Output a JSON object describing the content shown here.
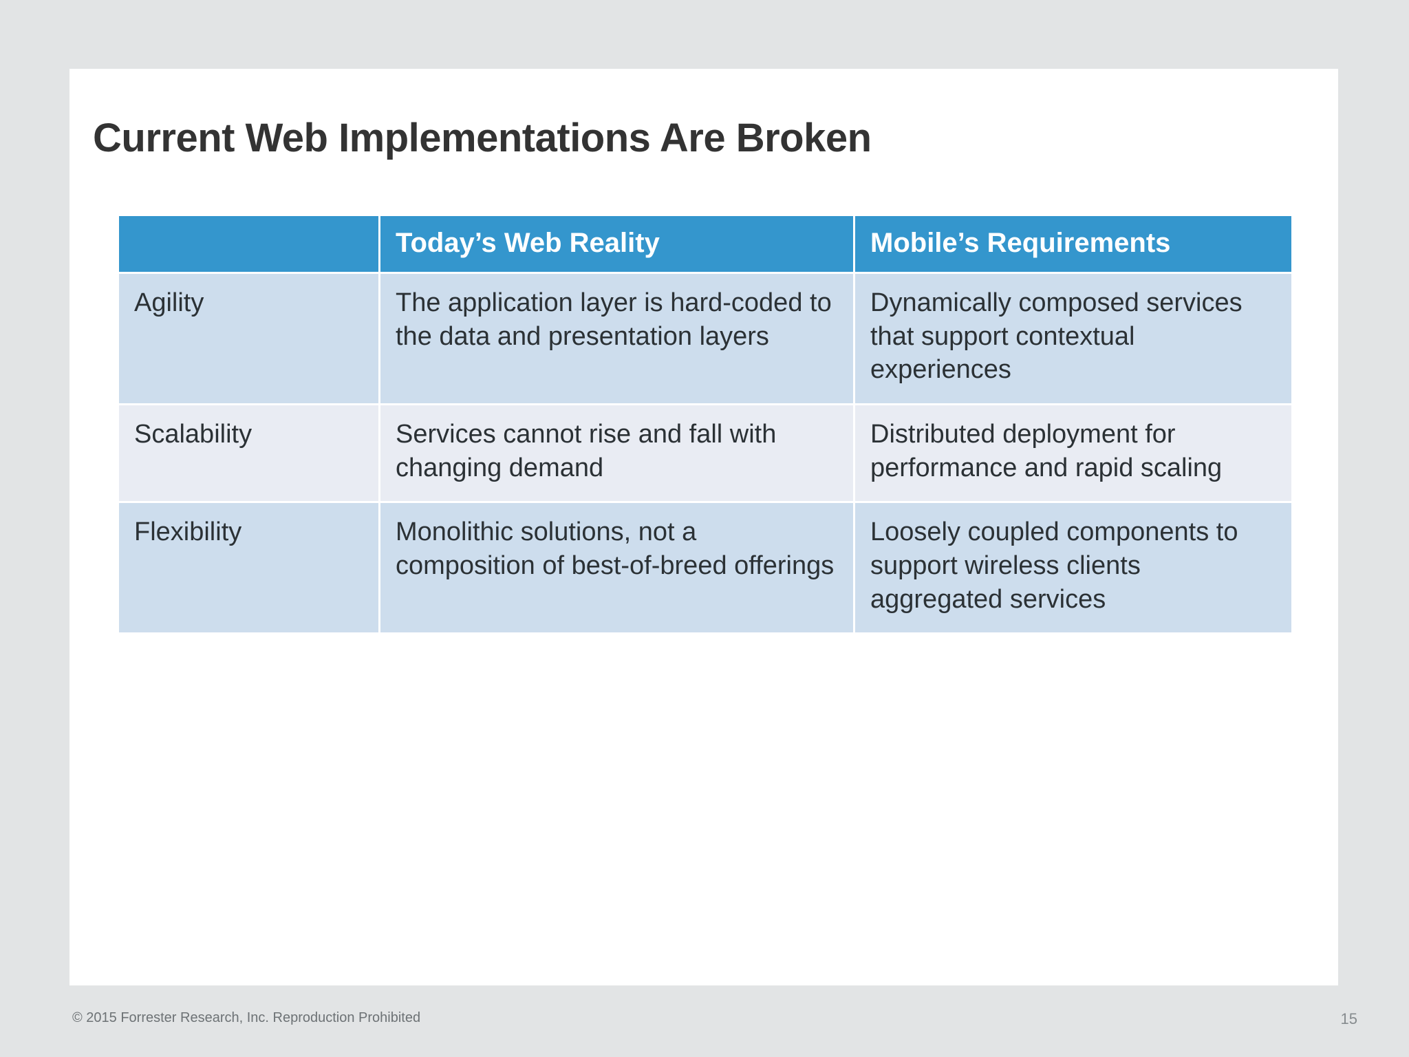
{
  "slide": {
    "title": "Current Web Implementations Are Broken",
    "background_color": "#e2e4e5",
    "canvas_color": "#ffffff",
    "accent_color": "#3496cd"
  },
  "table": {
    "headers": [
      "",
      "Today’s Web Reality",
      "Mobile’s Requirements"
    ],
    "rows": [
      {
        "dimension": "Agility",
        "reality": "The application layer is hard-coded to the data and presentation layers",
        "mobile": "Dynamically composed services that support contextual experiences",
        "shade": "#cddded"
      },
      {
        "dimension": "Scalability",
        "reality": "Services cannot rise and fall with changing demand",
        "mobile": "Distributed deployment for performance and rapid scaling",
        "shade": "#e9ecf3"
      },
      {
        "dimension": "Flexibility",
        "reality": "Monolithic solutions, not a composition of best-of-breed offerings",
        "mobile": "Loosely coupled components to support wireless clients aggregated services",
        "shade": "#cddded"
      }
    ]
  },
  "footer": {
    "copyright": "© 2015 Forrester Research, Inc. Reproduction Prohibited",
    "page_number": "15"
  }
}
